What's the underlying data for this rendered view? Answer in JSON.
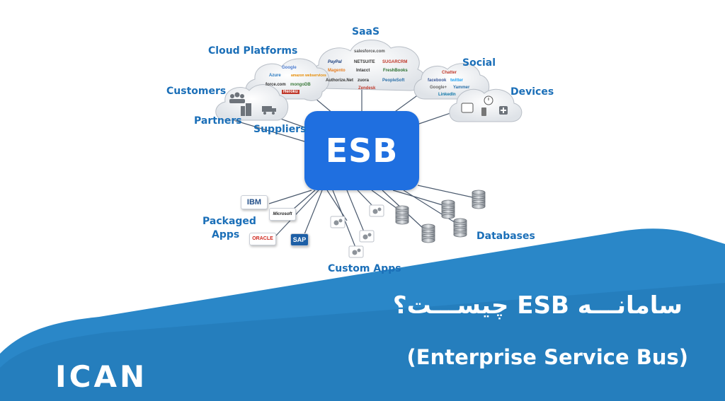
{
  "diagram": {
    "center": "ESB",
    "labels": {
      "saas": "SaaS",
      "cloud_platforms": "Cloud Platforms",
      "social": "Social",
      "devices": "Devices",
      "customers": "Customers",
      "partners": "Partners",
      "suppliers": "Suppliers",
      "packaged_apps_line1": "Packaged",
      "packaged_apps_line2": "Apps",
      "custom_apps": "Custom Apps",
      "databases": "Databases"
    },
    "packaged_apps": [
      "IBM",
      "Microsoft",
      "ORACLE",
      "SAP"
    ],
    "saas_brands": [
      "salesforce.com",
      "PayPal",
      "NETSUITE",
      "SUGARCRM",
      "Magento",
      "Intacct",
      "FreshBooks",
      "Authorize.Net",
      "zuora",
      "PeopleSoft",
      "Zendesk"
    ],
    "cloud_brands": [
      "Google",
      "Azure",
      "amazon webservices",
      "force.com",
      "mongoDB",
      "Heroku"
    ],
    "social_brands": [
      "Chatter",
      "facebook",
      "twitter",
      "Google+",
      "Yammer",
      "LinkedIn"
    ],
    "colors": {
      "accent": "#1f6fe0",
      "label": "#1b6fb8",
      "banner": "#2a87c8"
    }
  },
  "footer": {
    "title_fa": "سامانـــه ESB چیســـت؟",
    "subtitle": "(Enterprise Service Bus)",
    "logo": "ICAN"
  }
}
